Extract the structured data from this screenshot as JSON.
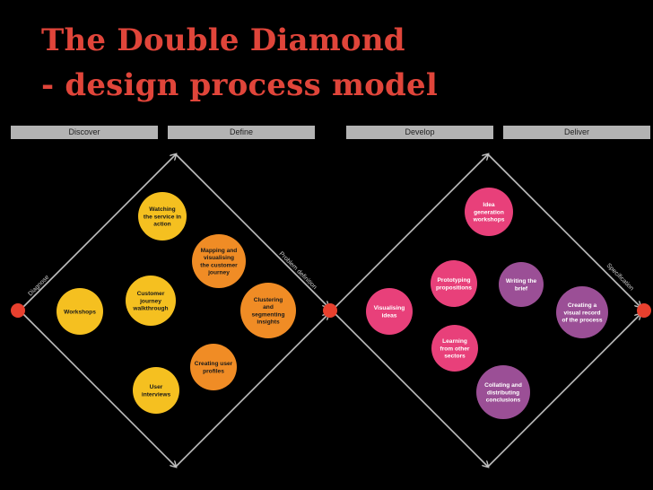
{
  "title": {
    "line1": "The Double Diamond",
    "line2": "- design process model"
  },
  "phases": [
    "Discover",
    "Define",
    "Develop",
    "Deliver"
  ],
  "edge_labels": {
    "left": "Diagnose",
    "middle": "Problem definition",
    "right": "Specification"
  },
  "activities": [
    {
      "lines": [
        "Watching",
        "the service in",
        "action"
      ],
      "color": "#f5c020"
    },
    {
      "lines": [
        "Workshops"
      ],
      "color": "#f5c020"
    },
    {
      "lines": [
        "Customer",
        "journey",
        "walkthrough"
      ],
      "color": "#f5c020"
    },
    {
      "lines": [
        "User",
        "interviews"
      ],
      "color": "#f5c020"
    },
    {
      "lines": [
        "Mapping and",
        "visualising",
        "the customer",
        "journey"
      ],
      "color": "#f08c25"
    },
    {
      "lines": [
        "Clustering",
        "and",
        "segmenting",
        "insights"
      ],
      "color": "#f08c25"
    },
    {
      "lines": [
        "Creating user",
        "profiles"
      ],
      "color": "#f08c25"
    },
    {
      "lines": [
        "Idea",
        "generation",
        "workshops"
      ],
      "color": "#e8407a"
    },
    {
      "lines": [
        "Prototyping",
        "propositions"
      ],
      "color": "#e8407a"
    },
    {
      "lines": [
        "Visualising",
        "ideas"
      ],
      "color": "#e8407a"
    },
    {
      "lines": [
        "Learning",
        "from other",
        "sectors"
      ],
      "color": "#e8407a"
    },
    {
      "lines": [
        "Writing the",
        "brief"
      ],
      "color": "#9b4f96"
    },
    {
      "lines": [
        "Creating a",
        "visual record",
        "of the process"
      ],
      "color": "#9b4f96"
    },
    {
      "lines": [
        "Collating and",
        "distributing",
        "conclusions"
      ],
      "color": "#9b4f96"
    }
  ],
  "colors": {
    "title": "#e0453a",
    "node": "#e8402e",
    "diamond_line": "#bfbfbf",
    "phase_bar": "#b3b3b3"
  }
}
